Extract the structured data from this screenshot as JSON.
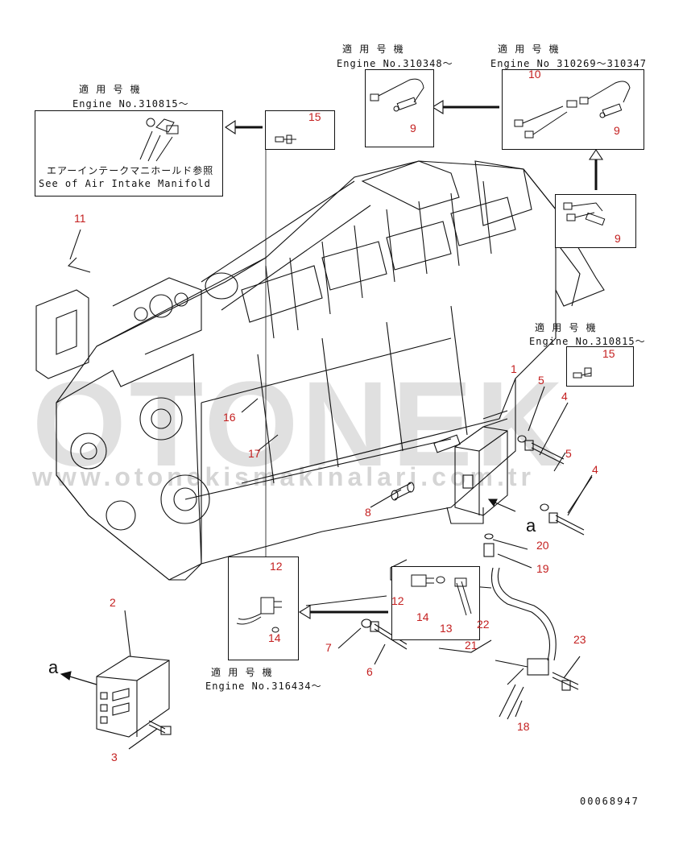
{
  "applicability_notes": {
    "tl": {
      "jp": "適 用 号 機",
      "en": "Engine No.310815～"
    },
    "tm": {
      "jp": "適 用 号 機",
      "en": "Engine No.310348～"
    },
    "tr": {
      "jp": "適 用 号 機",
      "en": "Engine No 310269～310347"
    },
    "right": {
      "jp": "適 用 号 機",
      "en": "Engine No.310815～"
    },
    "bottom": {
      "jp": "適 用 号 機",
      "en": "Engine No.316434～"
    }
  },
  "intake_ref": {
    "jp": "エアーインテークマニホールド参照",
    "en": "See of Air Intake Manifold"
  },
  "callouts": {
    "c1": "1",
    "c2": "2",
    "c3": "3",
    "c4a": "4",
    "c4b": "4",
    "c5a": "5",
    "c5b": "5",
    "c6": "6",
    "c7": "7",
    "c8": "8",
    "c9a": "9",
    "c9b": "9",
    "c9c": "9",
    "c10": "10",
    "c11": "11",
    "c12a": "12",
    "c12b": "12",
    "c13": "13",
    "c14a": "14",
    "c14b": "14",
    "c15a": "15",
    "c15b": "15",
    "c16": "16",
    "c17": "17",
    "c18": "18",
    "c19": "19",
    "c20": "20",
    "c21": "21",
    "c22": "22",
    "c23": "23"
  },
  "ref_a1": "a",
  "ref_a2": "a",
  "doc_number": "00068947",
  "watermark": {
    "logo": "OTONEK",
    "url": "www.otonekismakinalari.com.tr"
  }
}
